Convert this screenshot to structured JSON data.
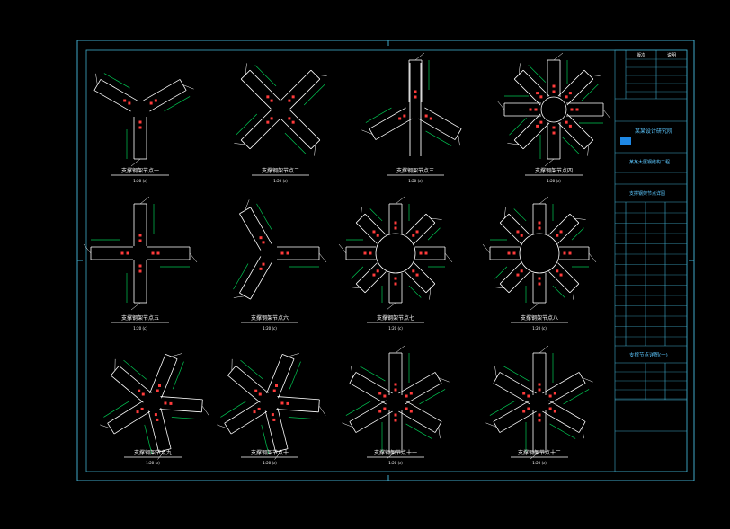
{
  "drawing": {
    "colors": {
      "background": "#000000",
      "border": "#3fa9c9",
      "lines": "#ffffff",
      "dimensions": "#00c853",
      "accent": "#ff3b3b",
      "logo": "#1e88e5"
    }
  },
  "details": [
    {
      "title": "支撑钢架节点一",
      "subtitle": "1:20 (c)",
      "arms": 3,
      "type": "wedge"
    },
    {
      "title": "支撑钢架节点二",
      "subtitle": "1:20 (c)",
      "arms": 4,
      "type": "wedge"
    },
    {
      "title": "支撑钢架节点三",
      "subtitle": "1:20 (c)",
      "arms": 3,
      "type": "column"
    },
    {
      "title": "支撑钢架节点四",
      "subtitle": "1:20 (c)",
      "arms": 8,
      "type": "polygon"
    },
    {
      "title": "支撑钢架节点五",
      "subtitle": "1:20 (c)",
      "arms": 4,
      "type": "cross"
    },
    {
      "title": "支撑钢架节点六",
      "subtitle": "1:20 (c)",
      "arms": 3,
      "type": "wedge"
    },
    {
      "title": "支撑钢架节点七",
      "subtitle": "1:20 (c)",
      "arms": 8,
      "type": "ring"
    },
    {
      "title": "支撑钢架节点八",
      "subtitle": "1:20 (c)",
      "arms": 8,
      "type": "ring"
    },
    {
      "title": "支撑钢架节点九",
      "subtitle": "1:20 (c)",
      "arms": 5,
      "type": "fan"
    },
    {
      "title": "支撑钢架节点十",
      "subtitle": "1:20 (c)",
      "arms": 5,
      "type": "fan"
    },
    {
      "title": "支撑钢架节点十一",
      "subtitle": "1:20 (c)",
      "arms": 6,
      "type": "fan"
    },
    {
      "title": "支撑钢架节点十二",
      "subtitle": "1:20 (c)",
      "arms": 6,
      "type": "fan"
    }
  ],
  "title_block": {
    "header_cells": [
      "版次",
      "说明"
    ],
    "company": "某某设计研究院",
    "project": "某某大厦钢结构工程",
    "drawing_name": "支撑钢架节点详图",
    "sheet_title": "支撑节点详图(一)"
  }
}
